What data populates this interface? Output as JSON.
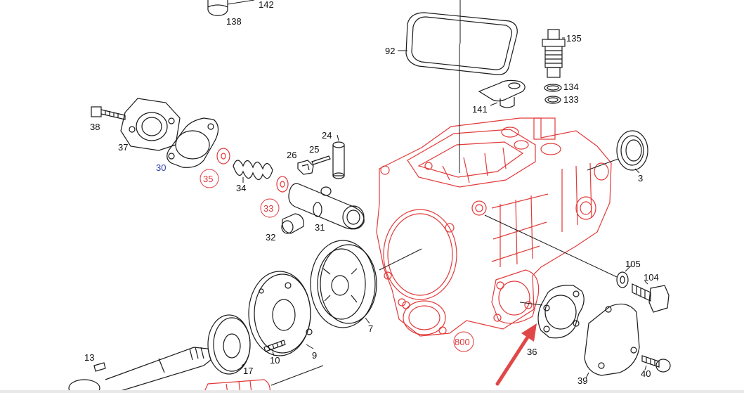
{
  "diagram": {
    "colors": {
      "part_line": "#1a1a1a",
      "highlight_red": "#e23a3a",
      "label_blue": "#2a3fa8",
      "arrow": "#e04848"
    },
    "labels": {
      "p142": "142",
      "p138": "138",
      "p92": "92",
      "p135": "135",
      "p134": "134",
      "p133": "133",
      "p141": "141",
      "p38": "38",
      "p37": "37",
      "p30": "30",
      "p35": "35",
      "p34": "34",
      "p26": "26",
      "p25": "25",
      "p24": "24",
      "p33": "33",
      "p32": "32",
      "p31": "31",
      "p3": "3",
      "p105": "105",
      "p104": "104",
      "p7": "7",
      "p800": "800",
      "p36": "36",
      "p9": "9",
      "p10": "10",
      "p17": "17",
      "p13": "13",
      "p39": "39",
      "p40": "40"
    }
  }
}
